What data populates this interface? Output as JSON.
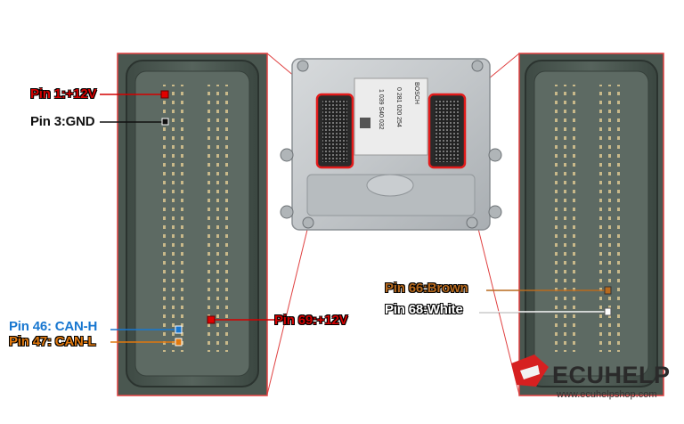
{
  "labels": {
    "pin1": "Pin 1:+12V",
    "pin3": "Pin 3:GND",
    "pin46": "Pin 46: CAN-H",
    "pin47": "Pin 47: CAN-L",
    "pin69": "Pin 69:+12V",
    "pin66": "Pin 66:Brown",
    "pin68": "Pin 68:White"
  },
  "module_text": {
    "serial": "0 281 020 254",
    "code": "1 039 S40 032",
    "maker": "BOSCH"
  },
  "watermark": {
    "brand": "ECUHELP",
    "url": "www.ecuhelpshop.com"
  },
  "colors": {
    "power": "#d40000",
    "ground": "#111111",
    "can_h": "#1877d0",
    "can_l": "#e0780e",
    "brown": "#b86a1e",
    "white": "#ffffff",
    "frame": "#e04040"
  }
}
